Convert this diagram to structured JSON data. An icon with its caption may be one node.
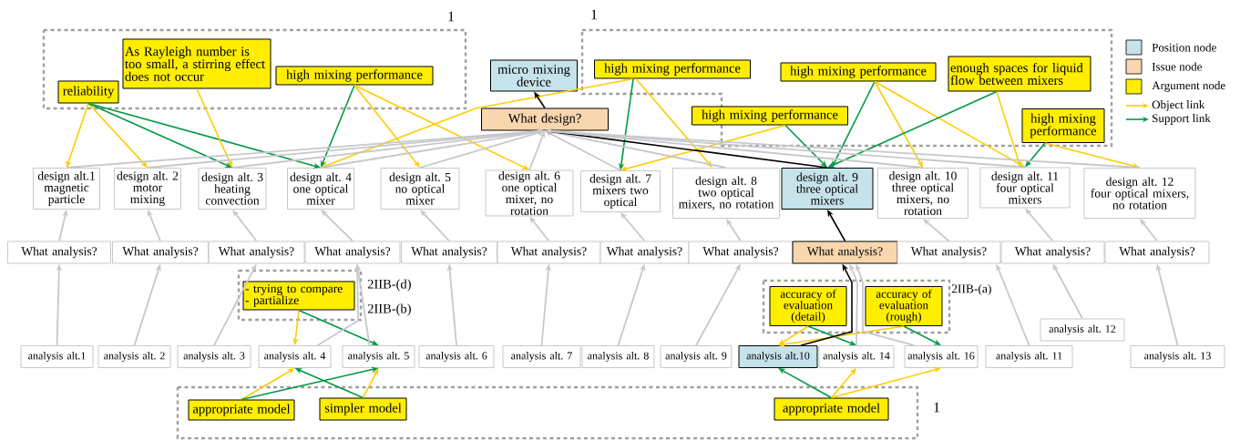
{
  "diagram": {
    "nodes": [
      {
        "text": [
          "reliability"
        ]
      },
      {
        "text": [
          "As Rayleigh number is too small, a stirring effect does not occur"
        ]
      },
      {
        "text": [
          "high mixing performance"
        ]
      },
      {
        "text": [
          "micro mixing device"
        ]
      },
      {
        "text": [
          "What design?"
        ]
      },
      {
        "text": [
          "high mixing performance"
        ]
      },
      {
        "text": [
          "high mixing performance"
        ]
      },
      {
        "text": [
          "high mixing performance"
        ]
      },
      {
        "text": [
          "enough spaces for liquid flow between mixers"
        ]
      },
      {
        "text": [
          "high mixing performance"
        ]
      },
      {
        "text": [
          "design alt.1",
          "magnetic particle"
        ]
      },
      {
        "text": [
          "design alt. 2",
          "motor mixing"
        ]
      },
      {
        "text": [
          "design alt. 3",
          "heating convection"
        ]
      },
      {
        "text": [
          "design alt. 4",
          "one optical mixer"
        ]
      },
      {
        "text": [
          "design alt. 5",
          "no optical mixer"
        ]
      },
      {
        "text": [
          "design alt. 6",
          "one optical mixer, no rotation"
        ]
      },
      {
        "text": [
          "design alt. 7",
          "mixers two optical"
        ]
      },
      {
        "text": [
          "design alt. 8",
          "two optical mixers, no rotation"
        ]
      },
      {
        "text": [
          "design alt. 9",
          "three optical mixers"
        ]
      },
      {
        "text": [
          "design alt. 10",
          "three optical mixers, no rotation"
        ]
      },
      {
        "text": [
          "design alt. 11",
          "four optical mixers"
        ]
      },
      {
        "text": [
          "design alt. 12",
          "four optical mixers, no rotation"
        ]
      },
      {
        "text": [
          "What analysis?"
        ]
      },
      {
        "text": [
          "What analysis?"
        ]
      },
      {
        "text": [
          "What analysis?"
        ]
      },
      {
        "text": [
          "What analysis?"
        ]
      },
      {
        "text": [
          "What analysis?"
        ]
      },
      {
        "text": [
          "What analysis?"
        ]
      },
      {
        "text": [
          "What analysis?"
        ]
      },
      {
        "text": [
          "What analysis?"
        ]
      },
      {
        "text": [
          "What analysis?"
        ]
      },
      {
        "text": [
          "What analysis?"
        ]
      },
      {
        "text": [
          "What analysis?"
        ]
      },
      {
        "text": [
          "What analysis?"
        ]
      },
      {
        "text": [
          "- trying to compare",
          "- partialize"
        ]
      },
      {
        "text": [
          "accuracy of evaluation (detail)"
        ]
      },
      {
        "text": [
          "accuracy of evaluation (rough)"
        ]
      },
      {
        "text": [
          "analysis alt. 12"
        ]
      },
      {
        "text": [
          "analysis alt.1"
        ]
      },
      {
        "text": [
          "analysis alt. 2"
        ]
      },
      {
        "text": [
          "analysis alt. 3"
        ]
      },
      {
        "text": [
          "analysis alt. 4"
        ]
      },
      {
        "text": [
          "analysis alt. 5"
        ]
      },
      {
        "text": [
          "analysis alt. 6"
        ]
      },
      {
        "text": [
          "analysis alt. 7"
        ]
      },
      {
        "text": [
          "analysis alt. 8"
        ]
      },
      {
        "text": [
          "analysis alt. 9"
        ]
      },
      {
        "text": [
          "analysis alt.10"
        ]
      },
      {
        "text": [
          "analysis alt. 14"
        ]
      },
      {
        "text": [
          "analysis alt. 16"
        ]
      },
      {
        "text": [
          "analysis alt. 11"
        ]
      },
      {
        "text": [
          "analysis alt. 13"
        ]
      },
      {
        "text": [
          "appropriate model"
        ]
      },
      {
        "text": [
          "simpler model"
        ]
      },
      {
        "text": [
          "appropriate model"
        ]
      }
    ],
    "edges": [
      {
        "from": 0,
        "to": 10,
        "arrow": "to",
        "color": "#ffcc00"
      },
      {
        "from": 0,
        "to": 11,
        "arrow": "to",
        "color": "#ffcc00"
      },
      {
        "from": 0,
        "to": 12,
        "arrow": "to",
        "color": "#009944"
      },
      {
        "from": 0,
        "to": 13,
        "arrow": "to",
        "color": "#009944"
      },
      {
        "from": 1,
        "to": 12,
        "arrow": "to",
        "color": "#ffcc00"
      },
      {
        "from": 2,
        "to": 13,
        "arrow": "to",
        "color": "#009944"
      },
      {
        "from": 2,
        "to": 14,
        "arrow": "to",
        "color": "#ffcc00"
      },
      {
        "from": 2,
        "to": 15,
        "arrow": "to",
        "color": "#ffcc00"
      },
      {
        "from": 5,
        "to": 13,
        "arrow": "to",
        "color": "#ffcc00"
      },
      {
        "from": 5,
        "to": 16,
        "arrow": "to",
        "color": "#009944"
      },
      {
        "from": 5,
        "to": 17,
        "arrow": "to",
        "color": "#ffcc00"
      },
      {
        "from": 6,
        "to": 16,
        "arrow": "to",
        "color": "#ffcc00"
      },
      {
        "from": 6,
        "to": 18,
        "arrow": "to",
        "color": "#009944"
      },
      {
        "from": 7,
        "to": 18,
        "arrow": "to",
        "color": "#009944"
      },
      {
        "from": 7,
        "to": 19,
        "arrow": "to",
        "color": "#ffcc00"
      },
      {
        "from": 7,
        "to": 20,
        "arrow": "to",
        "color": "#ffcc00"
      },
      {
        "from": 8,
        "to": 18,
        "arrow": "to",
        "color": "#009944"
      },
      {
        "from": 8,
        "to": 20,
        "arrow": "to",
        "color": "#ffcc00"
      },
      {
        "from": 9,
        "to": 20,
        "arrow": "to",
        "color": "#009944"
      },
      {
        "from": 9,
        "to": 21,
        "arrow": "to",
        "color": "#ffcc00"
      },
      {
        "from": 4,
        "to": 3,
        "arrow": "to",
        "color": "#000000"
      },
      {
        "from": 10,
        "to": 4,
        "arrow": "to"
      },
      {
        "from": 11,
        "to": 4,
        "arrow": "to"
      },
      {
        "from": 12,
        "to": 4,
        "arrow": "to"
      },
      {
        "from": 13,
        "to": 4,
        "arrow": "to"
      },
      {
        "from": 14,
        "to": 4,
        "arrow": "to"
      },
      {
        "from": 15,
        "to": 4,
        "arrow": "to"
      },
      {
        "from": 16,
        "to": 4,
        "arrow": "to"
      },
      {
        "from": 17,
        "to": 4,
        "arrow": "to"
      },
      {
        "from": 18,
        "to": 4,
        "arrow": "to",
        "color": "#000000"
      },
      {
        "from": 19,
        "to": 4,
        "arrow": "to"
      },
      {
        "from": 20,
        "to": 4,
        "arrow": "to"
      },
      {
        "from": 21,
        "to": 4,
        "arrow": "to"
      },
      {
        "from": 22,
        "to": 10,
        "arrow": "to"
      },
      {
        "from": 23,
        "to": 11,
        "arrow": "to"
      },
      {
        "from": 24,
        "to": 12,
        "arrow": "to"
      },
      {
        "from": 25,
        "to": 13,
        "arrow": "to"
      },
      {
        "from": 26,
        "to": 14,
        "arrow": "to"
      },
      {
        "from": 27,
        "to": 15,
        "arrow": "to"
      },
      {
        "from": 28,
        "to": 16,
        "arrow": "to"
      },
      {
        "from": 29,
        "to": 17,
        "arrow": "to"
      },
      {
        "from": 30,
        "to": 18,
        "arrow": "to",
        "color": "#000000"
      },
      {
        "from": 31,
        "to": 19,
        "arrow": "to"
      },
      {
        "from": 32,
        "to": 20,
        "arrow": "to"
      },
      {
        "from": 33,
        "to": 21,
        "arrow": "to"
      },
      {
        "from": 34,
        "to": 41,
        "arrow": "to",
        "color": "#ffcc00"
      },
      {
        "from": 34,
        "to": 42,
        "arrow": "to",
        "color": "#009944"
      },
      {
        "from": 35,
        "to": 47,
        "arrow": "to",
        "color": "#ffcc00"
      },
      {
        "from": 35,
        "to": 48,
        "arrow": "to",
        "color": "#009944"
      },
      {
        "from": 36,
        "to": 47,
        "arrow": "to",
        "color": "#ffcc00"
      },
      {
        "from": 36,
        "to": 49,
        "arrow": "to",
        "color": "#009944"
      },
      {
        "from": 52,
        "to": 41,
        "arrow": "to",
        "color": "#ffcc00"
      },
      {
        "from": 52,
        "to": 42,
        "arrow": "to",
        "color": "#009944"
      },
      {
        "from": 53,
        "to": 41,
        "arrow": "to",
        "color": "#009944"
      },
      {
        "from": 53,
        "to": 42,
        "arrow": "to",
        "color": "#ffcc00"
      },
      {
        "from": 54,
        "to": 47,
        "arrow": "to",
        "color": "#009944"
      },
      {
        "from": 54,
        "to": 48,
        "arrow": "to",
        "color": "#ffcc00"
      },
      {
        "from": 54,
        "to": 49,
        "arrow": "to",
        "color": "#ffcc00"
      },
      {
        "from": 38,
        "to": 22,
        "arrow": "to"
      },
      {
        "from": 39,
        "to": 23,
        "arrow": "to"
      },
      {
        "from": 40,
        "to": 24,
        "arrow": "to"
      },
      {
        "from": 41,
        "to": 25,
        "arrow": "to"
      },
      {
        "from": 42,
        "to": 25,
        "arrow": "to"
      },
      {
        "from": 43,
        "to": 26,
        "arrow": "to"
      },
      {
        "from": 44,
        "to": 27,
        "arrow": "to"
      },
      {
        "from": 45,
        "to": 28,
        "arrow": "to"
      },
      {
        "from": 46,
        "to": 29,
        "arrow": "to"
      },
      {
        "from": 47,
        "to": 30,
        "arrow": "to",
        "color": "#000000"
      },
      {
        "from": 48,
        "to": 30,
        "arrow": "to"
      },
      {
        "from": 49,
        "to": 30,
        "arrow": "to"
      },
      {
        "from": 50,
        "to": 31,
        "arrow": "to"
      },
      {
        "from": 37,
        "to": 32,
        "arrow": "to"
      },
      {
        "from": 51,
        "to": 33,
        "arrow": "to"
      }
    ],
    "labels": [
      "1",
      "1",
      "2IIB-(d)",
      "2IIB-(a)",
      "2IIB-(b)",
      "1"
    ],
    "legend": [
      {
        "text": "Position node",
        "color": "#c6e2ea"
      },
      {
        "text": "Issue node",
        "color": "#f8d6ae"
      },
      {
        "text": "Argument node",
        "color": "#ffee00"
      },
      {
        "text": "Object link"
      },
      {
        "text": "Support link"
      }
    ]
  }
}
